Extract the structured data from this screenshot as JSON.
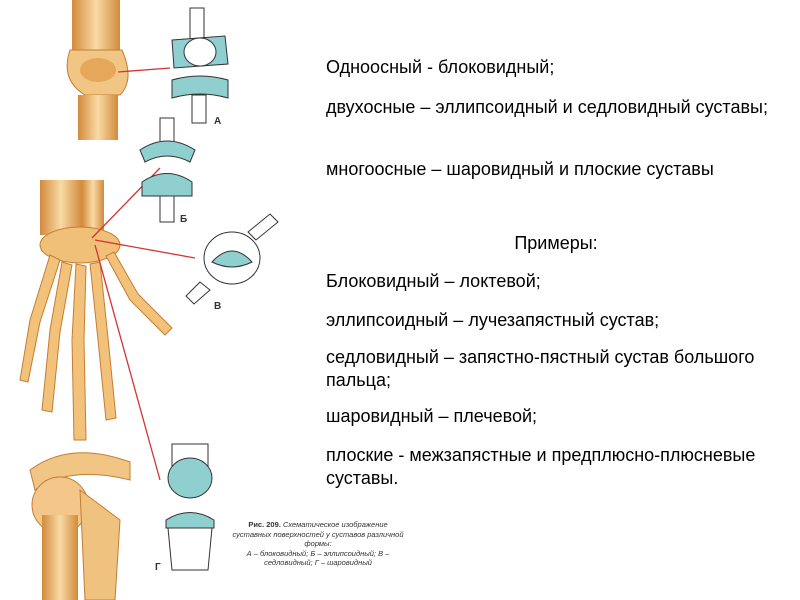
{
  "text": {
    "line1": "Одноосный - блоковидный;",
    "line2": "двухосные – эллипсоидный и седловидный суставы;",
    "line3": "многоосные – шаровидный и плоские суставы",
    "examples_header": "Примеры:",
    "ex1": "Блоковидный – локтевой;",
    "ex2": "эллипсоидный – лучезапястный сустав;",
    "ex3": "седловидный – запястно-пястный сустав большого пальца;",
    "ex4": "шаровидный – плечевой;",
    "ex5": "плоские - межзапястные и предплюсно-плюсневые суставы."
  },
  "figure": {
    "labels": {
      "a": "А",
      "b": "Б",
      "v": "В",
      "g": "Г"
    },
    "caption": {
      "title": "Рис. 209.",
      "text": "Схематическое изображение суставных поверхностей у суставов различной формы:",
      "legend": "А – блоковидный; Б – эллипсоидный; В – седловидный; Г – шаровидный"
    }
  },
  "colors": {
    "bone": "#f3c27a",
    "bone_dark": "#d38a3b",
    "cartilage": "#8fcfcf",
    "arrow": "#d63333"
  }
}
